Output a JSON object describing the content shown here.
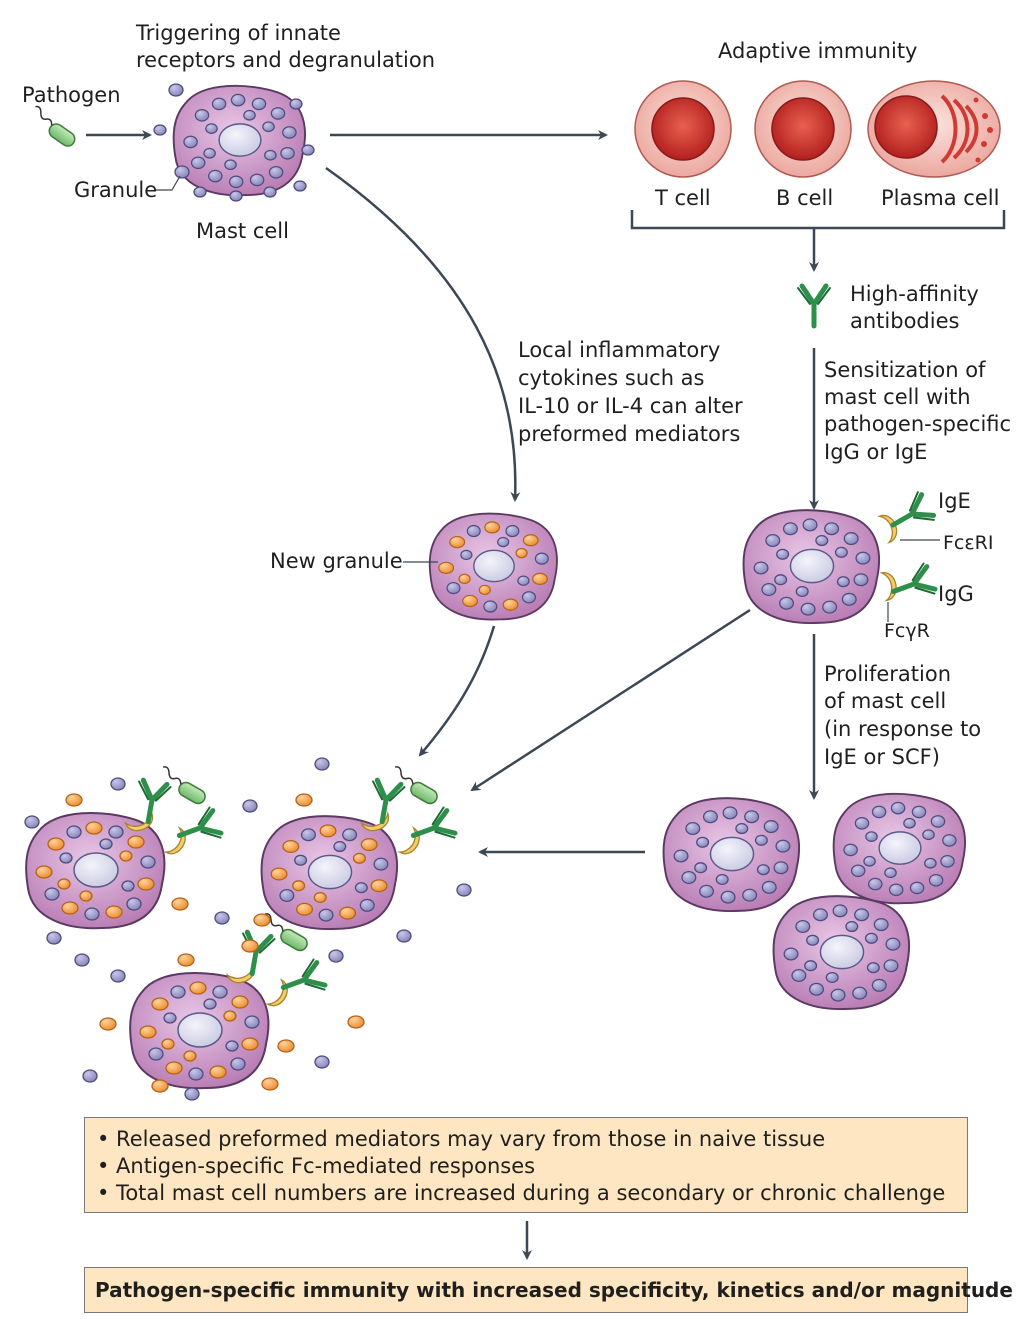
{
  "labels": {
    "pathogen": "Pathogen",
    "triggering_line1": "Triggering of innate",
    "triggering_line2": "receptors and degranulation",
    "granule": "Granule",
    "mast_cell": "Mast cell",
    "adaptive_immunity": "Adaptive immunity",
    "t_cell": "T cell",
    "b_cell": "B cell",
    "plasma_cell": "Plasma cell",
    "high_affinity_line1": "High-affinity",
    "high_affinity_line2": "antibodies",
    "local_line1": "Local inflammatory",
    "local_line2": "cytokines such as",
    "local_line3": "IL-10 or IL-4 can alter",
    "local_line4": "preformed mediators",
    "sensitization_line1": "Sensitization of",
    "sensitization_line2": "mast cell with",
    "sensitization_line3": "pathogen-specific",
    "sensitization_line4": "IgG or IgE",
    "ige": "IgE",
    "fceri": "FcεRI",
    "igg": "IgG",
    "fcgr": "FcγR",
    "new_granule": "New granule",
    "proliferation_line1": "Proliferation",
    "proliferation_line2": "of mast cell",
    "proliferation_line3": "(in response to",
    "proliferation_line4": "IgE or SCF)"
  },
  "summary": [
    "• Released preformed mediators may vary from those in naive tissue",
    "• Antigen-specific Fc-mediated responses",
    "• Total mast cell numbers are increased during a secondary or chronic challenge"
  ],
  "conclusion": "Pathogen-specific immunity with increased specificity, kinetics and/or magnitude",
  "colors": {
    "mast_cell_fill": "#c58fc0",
    "mast_cell_stroke": "#5a3a63",
    "nucleus": "#dcdcee",
    "granule": "#9a98c8",
    "new_granule": "#f2a04a",
    "red_cell": "#d83d3d",
    "antibody": "#2e8f4a",
    "receptor": "#f4cc6a",
    "pathogen": "#8fcf8a",
    "box": "#fde6c1",
    "arrow": "#3c4854"
  }
}
